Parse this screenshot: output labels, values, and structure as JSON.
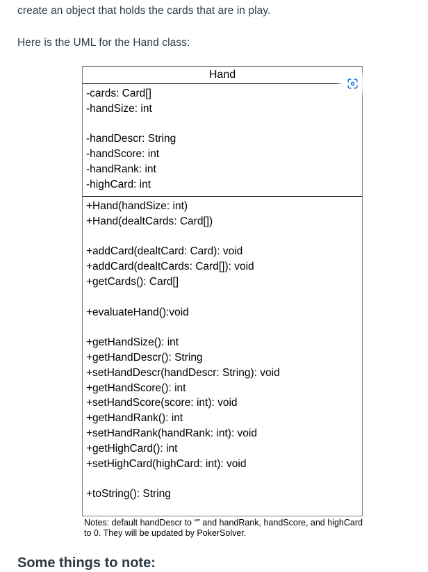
{
  "page": {
    "paragraphs": [
      "create an object that holds the cards that are in play.",
      "Here is the UML for the Hand class:"
    ],
    "next_heading": "Some things to note:"
  },
  "uml": {
    "class_name": "Hand",
    "attributes": [
      "-cards: Card[]",
      "-handSize: int",
      "",
      "-handDescr: String",
      "-handScore: int",
      "-handRank: int",
      "-highCard: int"
    ],
    "methods": [
      "+Hand(handSize: int)",
      "+Hand(dealtCards: Card[])",
      "",
      "+addCard(dealtCard: Card): void",
      "+addCard(dealtCards: Card[]): void",
      "+getCards(): Card[]",
      "",
      "+evaluateHand():void",
      "",
      "+getHandSize(): int",
      "+getHandDescr(): String",
      "+setHandDescr(handDescr: String): void",
      "+getHandScore(): int",
      "+setHandScore(score: int): void",
      "+getHandRank(): int",
      "+setHandRank(handRank: int): void",
      "+getHighCard(): int",
      "+setHighCard(highCard: int): void",
      "",
      "+toString(): String"
    ],
    "notes": "Notes: default handDescr to “” and handRank, handScore, and highCard to 0.  They will be updated by PokerSolver.",
    "overlay_icon": "lens-scan-icon"
  },
  "colors": {
    "text": "#2d3b45",
    "uml_text": "#000000",
    "uml_border": "#7a7a7a",
    "uml_divider": "#000000",
    "icon_blue": "#1a73e8",
    "background": "#ffffff"
  }
}
